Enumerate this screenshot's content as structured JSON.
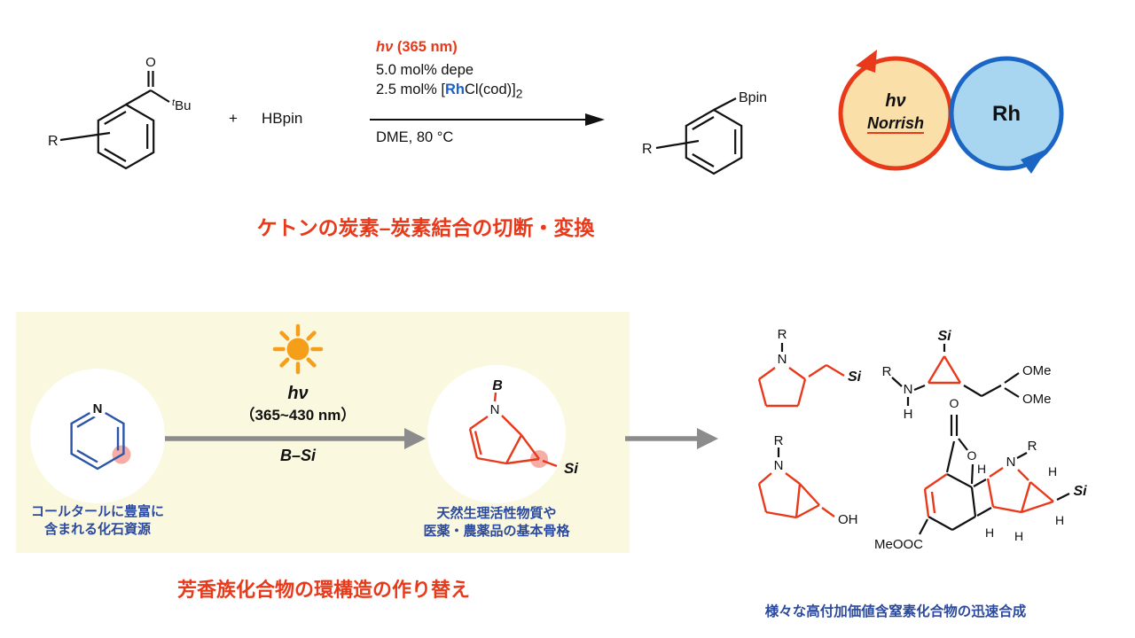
{
  "scheme": {
    "plus": "+",
    "hbpin": "HBpin",
    "labels": {
      "r": "R",
      "o": "O",
      "tbu_sup": "t",
      "tbu": "Bu",
      "bpin": "Bpin"
    },
    "conditions": {
      "hv": "hν",
      "hv_nm": "(365 nm)",
      "line2": "5.0 mol% depe",
      "line3_pre": "2.5 mol% [",
      "line3_rh": "Rh",
      "line3_post": "Cl(cod)]",
      "line3_sub": "2",
      "line4": "DME, 80 °C"
    },
    "cycle": {
      "hv": "hν",
      "norrish": "Norrish",
      "rh": "Rh"
    }
  },
  "headings": {
    "ketone": "ケトンの炭素–炭素結合の切断・変換",
    "aromatic": "芳香族化合物の環構造の作り替え",
    "products": "様々な高付加価値含窒素化合物の迅速合成"
  },
  "panel": {
    "hv": "hν",
    "wavelength": "（365~430 nm）",
    "bsi": "B–Si",
    "atoms": {
      "n": "N",
      "b": "B",
      "si": "Si"
    },
    "caption_left_1": "コールタールに豊富に",
    "caption_left_2": "含まれる化石資源",
    "caption_right_1": "天然生理活性物質や",
    "caption_right_2": "医薬・農薬品の基本骨格"
  },
  "products": {
    "atoms": {
      "r": "R",
      "n": "N",
      "si": "Si",
      "h": "H",
      "ome": "OMe",
      "oh": "OH",
      "o": "O",
      "meooc": "MeOOC"
    }
  },
  "colors": {
    "red": "#E8391A",
    "blue": "#1C5FC6",
    "blue_text": "#2B4A9E",
    "struct_blue": "#2B55A8",
    "green": "#13A03F",
    "orange": "#F59E19",
    "yellow_bg": "#FBF8E0",
    "cycle_orange_fill": "#FADFA8",
    "cycle_blue_fill": "#A8D6F1",
    "highlight_pink": "#F2998E",
    "arrow_gray": "#8C8C8C"
  }
}
